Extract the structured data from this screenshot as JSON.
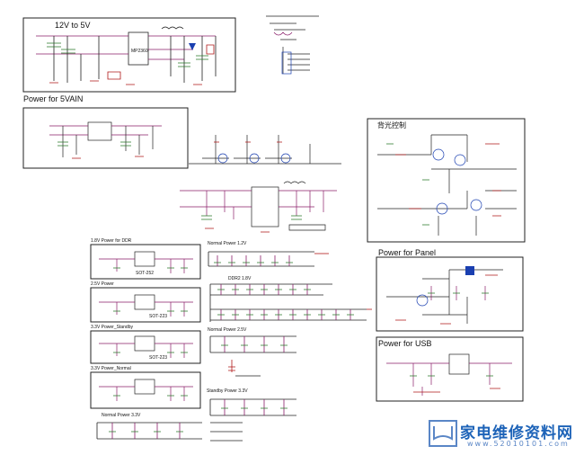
{
  "blocks": {
    "p12v_5v": {
      "title": "12V to 5V",
      "ic": "MP2360"
    },
    "p5vain": {
      "title": "Power for 5VAIN"
    },
    "backlight": {
      "title": "背光控制"
    },
    "panel": {
      "title": "Power for Panel"
    },
    "usb": {
      "title": "Power for USB"
    }
  },
  "ldo": [
    {
      "title": "1.8V Power for DDR",
      "pkg": "SOT-252"
    },
    {
      "title": "2.5V Power",
      "pkg": "SOT-223"
    },
    {
      "title": "3.3V Power_Standby",
      "pkg": "SOT-223"
    },
    {
      "title": "3.3V Power_Normal",
      "pkg": ""
    }
  ],
  "rails": {
    "normal_12": "Normal Power 1.2V",
    "ddr2_18": "DDR2 1.8V",
    "normal_25": "Normal Power 2.5V",
    "standby_33": "Standby Power 3.3V",
    "normal_33": "Normal Power 3.3V"
  },
  "watermark": {
    "text": "家电维修资料网",
    "url": "www.52010101.com",
    "color": "#1d63b8"
  }
}
